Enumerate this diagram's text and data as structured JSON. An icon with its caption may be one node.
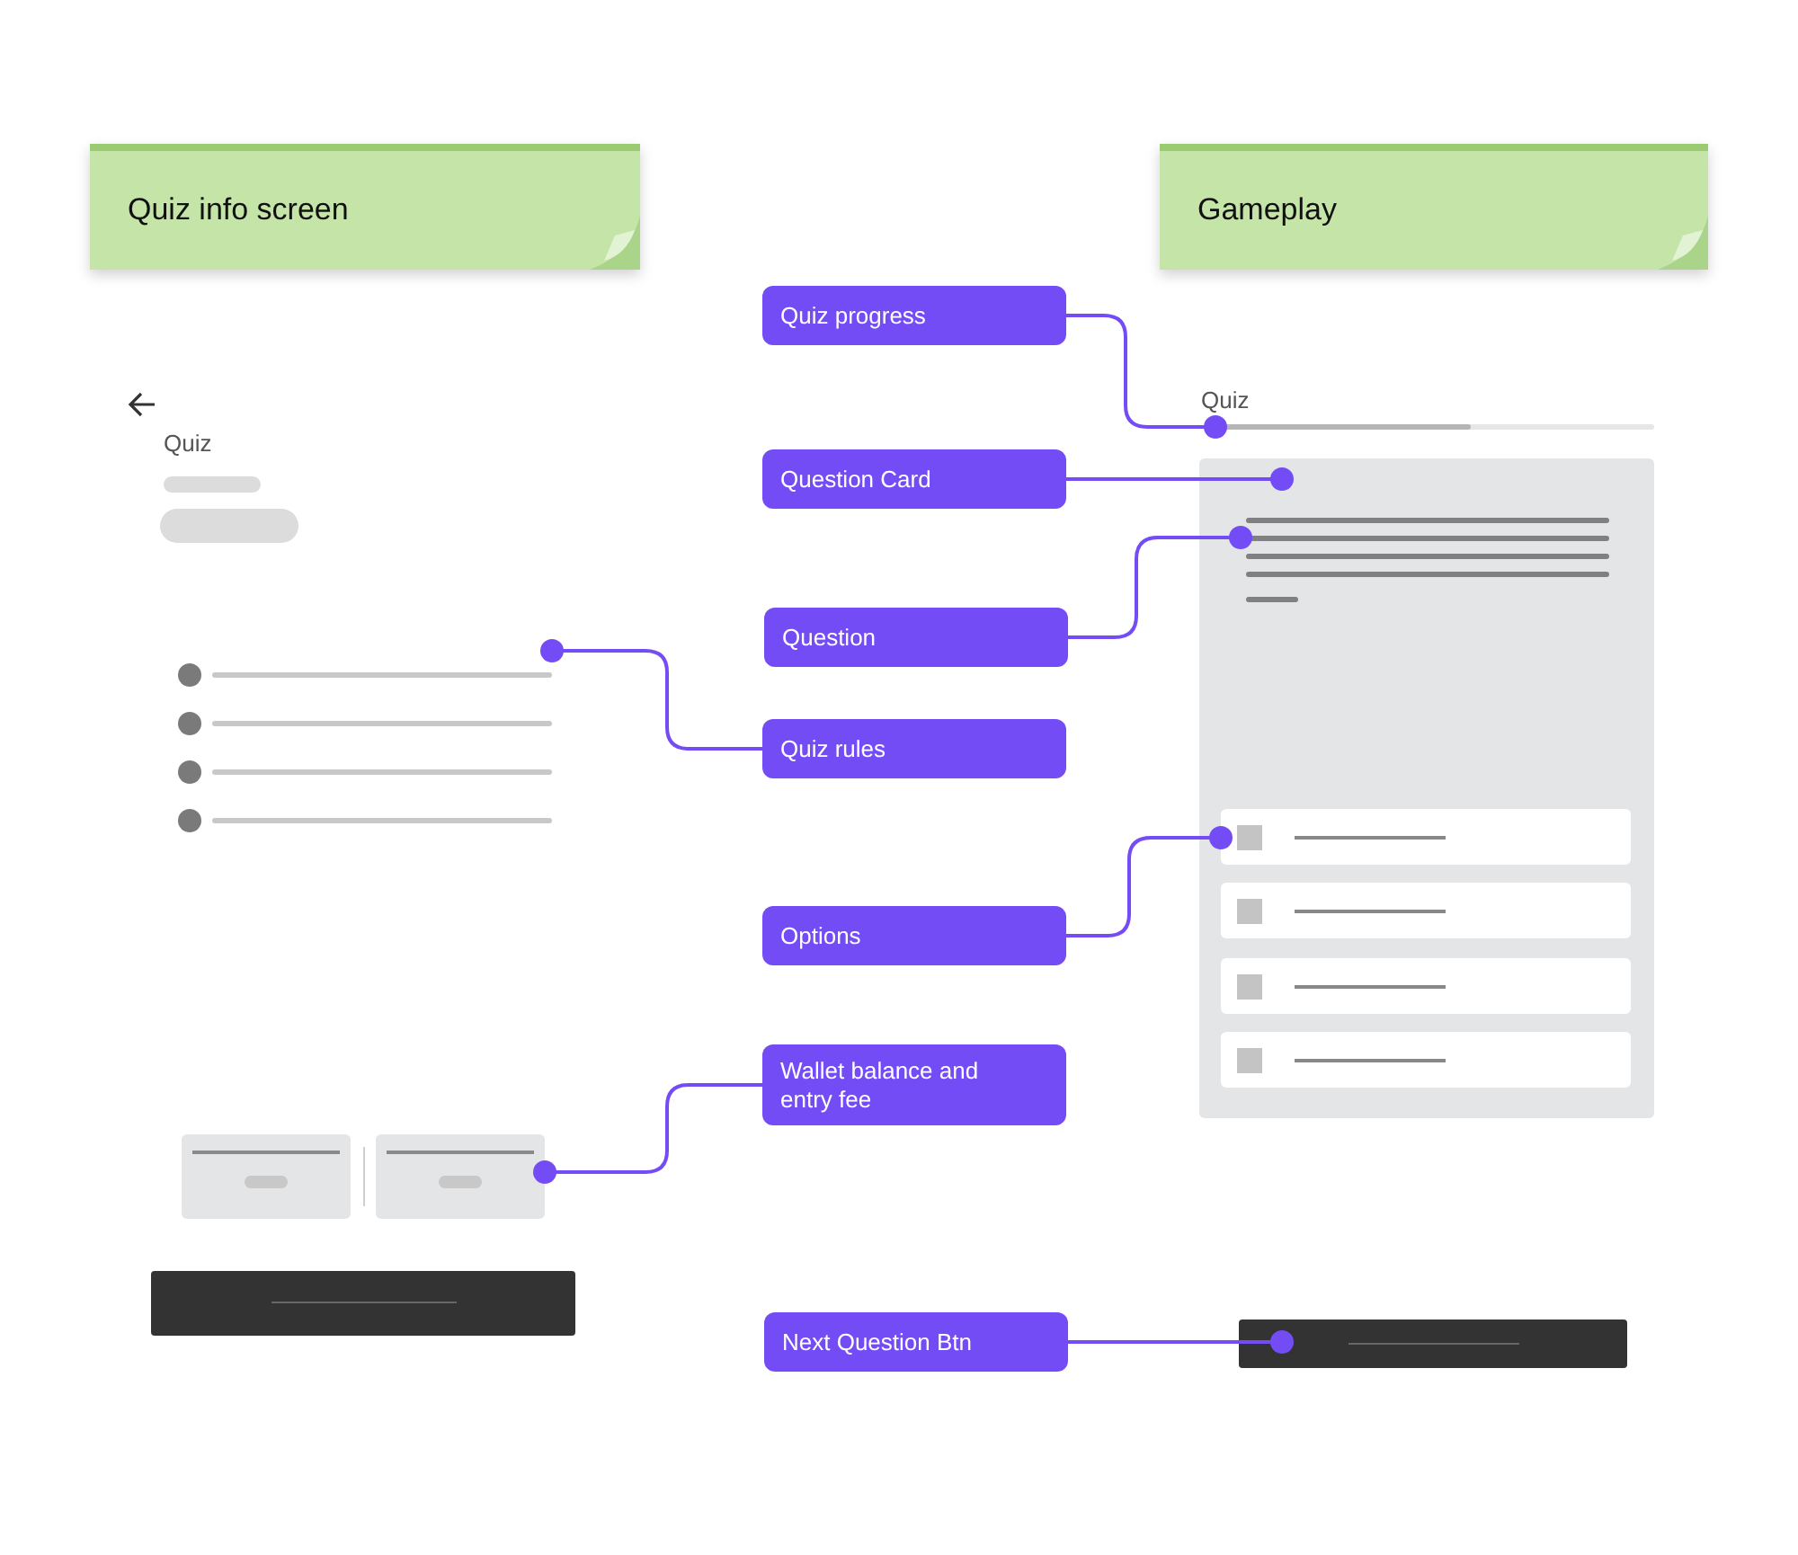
{
  "diagram": {
    "nodes": [
      {
        "text": [
          "Quiz info screen"
        ]
      },
      {
        "text": [
          "Gameplay"
        ]
      },
      {
        "text": [
          "Quiz progress"
        ]
      },
      {
        "text": [],
        "shape": "bar"
      },
      {
        "text": [
          "Question Card"
        ]
      },
      {
        "text": [],
        "shape": "box"
      },
      {
        "text": [
          "Question"
        ]
      },
      {
        "text": [],
        "shape": "lines",
        "in": 5
      },
      {
        "text": [],
        "shape": "list"
      },
      {
        "text": [
          "Quiz rules"
        ]
      },
      {
        "text": [
          "Options"
        ]
      },
      {
        "text": [],
        "shape": "box",
        "in": 5
      },
      {
        "text": [],
        "shape": "box",
        "in": 5
      },
      {
        "text": [],
        "shape": "box",
        "in": 5
      },
      {
        "text": [],
        "shape": "box",
        "in": 5
      },
      {
        "text": [
          "Wallet balance and entry fee"
        ]
      },
      {
        "text": [],
        "shape": "box"
      },
      {
        "text": [],
        "shape": "box"
      },
      {
        "text": [],
        "shape": "bar"
      },
      {
        "text": [
          "Next Question Btn"
        ]
      },
      {
        "text": [],
        "shape": "bar"
      }
    ],
    "edges": [
      {
        "from": 2,
        "to": 3,
        "arrow": "other"
      },
      {
        "from": 4,
        "to": 5,
        "arrow": "other"
      },
      {
        "from": 6,
        "to": 7,
        "arrow": "other"
      },
      {
        "from": 9,
        "to": 8,
        "arrow": "other"
      },
      {
        "from": 10,
        "to": 11,
        "arrow": "other"
      },
      {
        "from": 15,
        "to": 17,
        "arrow": "other"
      },
      {
        "from": 19,
        "to": 20,
        "arrow": "other"
      }
    ],
    "labels": [
      "Quiz",
      "Quiz"
    ]
  }
}
